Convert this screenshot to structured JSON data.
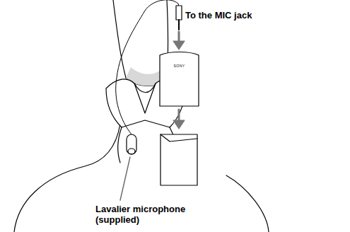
{
  "diagram": {
    "nodes": [
      {
        "text": [
          "SONY"
        ]
      }
    ],
    "labels": [
      "To the MIC jack",
      "Lavalier microphone (supplied)"
    ]
  }
}
